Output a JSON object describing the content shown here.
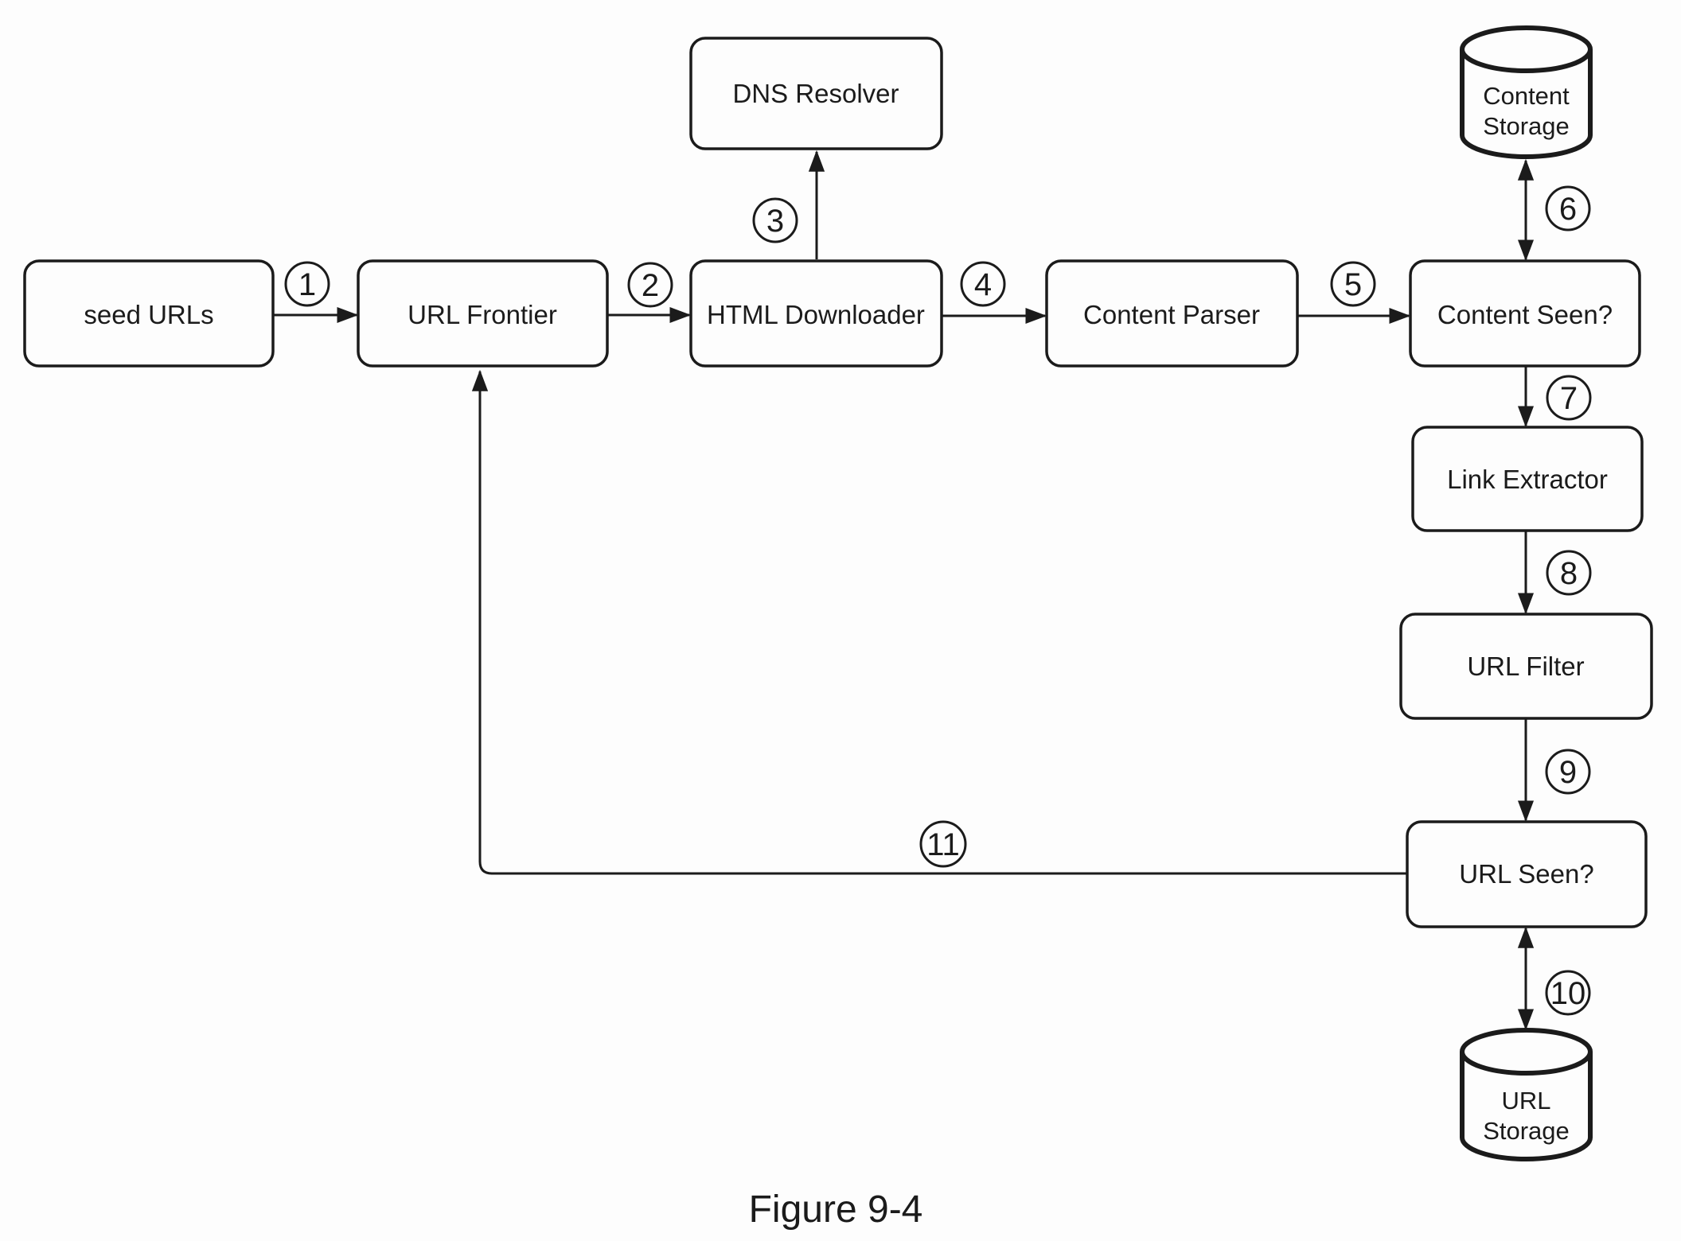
{
  "figure": {
    "caption": "Figure 9-4",
    "colors": {
      "ink": "#1b1b1b",
      "paper": "#fdfdfd"
    },
    "nodes": {
      "seed_urls": {
        "label": "seed URLs"
      },
      "url_frontier": {
        "label": "URL Frontier"
      },
      "dns_resolver": {
        "label": "DNS Resolver"
      },
      "html_downloader": {
        "label": "HTML Downloader"
      },
      "content_parser": {
        "label": "Content Parser"
      },
      "content_seen": {
        "label": "Content Seen?"
      },
      "content_storage": {
        "label": "Content Storage",
        "line1": "Content",
        "line2": "Storage"
      },
      "link_extractor": {
        "label": "Link Extractor"
      },
      "url_filter": {
        "label": "URL Filter"
      },
      "url_seen": {
        "label": "URL Seen?"
      },
      "url_storage": {
        "label": "URL Storage",
        "line1": "URL",
        "line2": "Storage"
      }
    },
    "steps": {
      "s1": {
        "number": "1",
        "from": "seed URLs",
        "to": "URL Frontier"
      },
      "s2": {
        "number": "2",
        "from": "URL Frontier",
        "to": "HTML Downloader"
      },
      "s3": {
        "number": "3",
        "from": "HTML Downloader",
        "to": "DNS Resolver"
      },
      "s4": {
        "number": "4",
        "from": "HTML Downloader",
        "to": "Content Parser"
      },
      "s5": {
        "number": "5",
        "from": "Content Parser",
        "to": "Content Seen?"
      },
      "s6": {
        "number": "6",
        "from": "Content Seen?",
        "to": "Content Storage",
        "bidirectional": true
      },
      "s7": {
        "number": "7",
        "from": "Content Seen?",
        "to": "Link Extractor"
      },
      "s8": {
        "number": "8",
        "from": "Link Extractor",
        "to": "URL Filter"
      },
      "s9": {
        "number": "9",
        "from": "URL Filter",
        "to": "URL Seen?"
      },
      "s10": {
        "number": "10",
        "from": "URL Seen?",
        "to": "URL Storage",
        "bidirectional": true
      },
      "s11": {
        "number": "11",
        "from": "URL Seen?",
        "to": "URL Frontier"
      }
    }
  }
}
